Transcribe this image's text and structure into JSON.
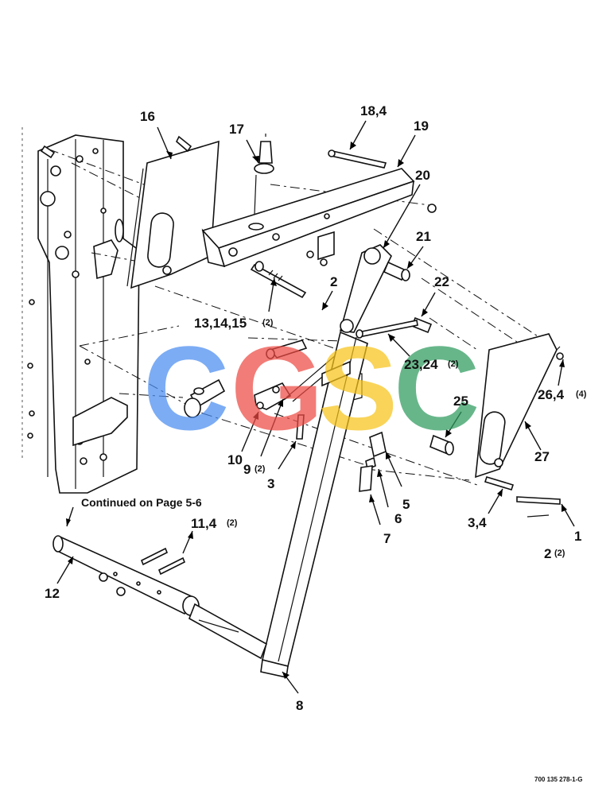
{
  "diagram": {
    "callouts": {
      "c16": "16",
      "c17": "17",
      "c18_4": "18,4",
      "c19": "19",
      "c20": "20",
      "c21": "21",
      "c22": "22",
      "c2_top": "2",
      "c13_15": "13,14,15",
      "c13_15_qty": "(2)",
      "c23_24": "23,24",
      "c23_24_qty": "(2)",
      "c25": "25",
      "c26_4": "26,4",
      "c26_4_qty": "(4)",
      "c27": "27",
      "c10": "10",
      "c9": "9",
      "c9_qty": "(2)",
      "c3": "3",
      "c5": "5",
      "c6": "6",
      "c7": "7",
      "c3_4": "3,4",
      "c1": "1",
      "c2_bottom": "2",
      "c2_bottom_qty": "(2)",
      "c11_4": "11,4",
      "c11_4_qty": "(2)",
      "c12": "12",
      "c8": "8"
    },
    "continued_note": "Continued on Page 5-6",
    "figure_code": "700 135 278-1-G",
    "watermark": {
      "letters": [
        "C",
        "G",
        "S",
        "C"
      ],
      "colors": [
        "#4a8df0",
        "#ee4a44",
        "#f7c41a",
        "#2e9a5e"
      ]
    }
  }
}
